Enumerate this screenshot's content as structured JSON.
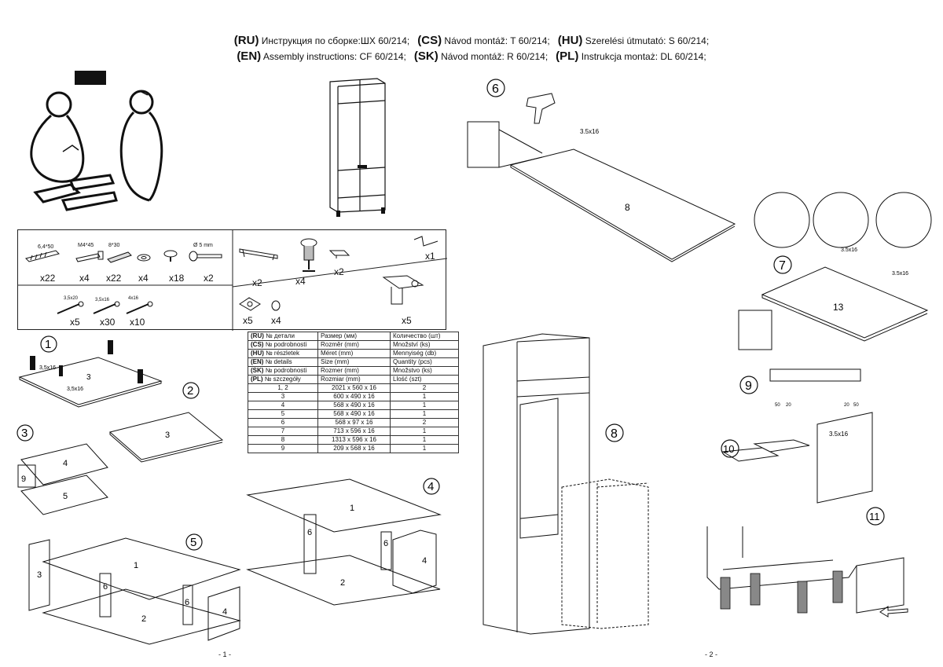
{
  "header": {
    "line1": [
      {
        "lang": "(RU)",
        "text": "Инструкция по сборке:ШХ 60/214;"
      },
      {
        "lang": "(CS)",
        "text": "Návod montáž: T 60/214;"
      },
      {
        "lang": "(HU)",
        "text": "Szerelési útmutató: S 60/214;"
      }
    ],
    "line2": [
      {
        "lang": "(EN)",
        "text": "Assembly instructions: CF 60/214;"
      },
      {
        "lang": "(SK)",
        "text": "Návod montáž: R 60/214;"
      },
      {
        "lang": "(PL)",
        "text": "Instrukcja montaż: DL 60/214;"
      }
    ]
  },
  "parts": {
    "box1": [
      {
        "icon": "dowel-screw-icon",
        "size": "6,4*50",
        "qty": "x22"
      },
      {
        "icon": "bolt-icon",
        "size": "M4*45",
        "qty": "x4"
      },
      {
        "icon": "wooden-dowel-icon",
        "size": "8*30",
        "qty": "x22"
      },
      {
        "icon": "washer-icon",
        "size": "",
        "qty": "x4"
      },
      {
        "icon": "shelf-pin-icon",
        "size": "",
        "qty": "x18"
      },
      {
        "icon": "cam-pin-icon",
        "size": "Ø 5 mm",
        "qty": "x2"
      }
    ],
    "box2": [
      {
        "icon": "screw-icon",
        "size": "3,5x20",
        "qty": "x5"
      },
      {
        "icon": "screw-icon",
        "size": "3,5x16",
        "qty": "x30"
      },
      {
        "icon": "screw-icon",
        "size": "4x16",
        "qty": "x10"
      }
    ],
    "box3": [
      {
        "icon": "handle-icon",
        "qty": "x2"
      },
      {
        "icon": "adjustable-leg-icon",
        "qty": "x4"
      },
      {
        "icon": "clip-icon",
        "qty": "x2"
      },
      {
        "icon": "hook-icon",
        "qty": "x1"
      }
    ],
    "box4": [
      {
        "icon": "mounting-plate-icon",
        "qty": "x5"
      },
      {
        "icon": "cap-icon",
        "qty": "x4"
      },
      {
        "icon": "hinge-icon",
        "qty": "x5"
      }
    ]
  },
  "spec_table": {
    "headers": [
      [
        "(RU)",
        "№ детали",
        "Размер  (мм)",
        "Количество (шт)"
      ],
      [
        "(CS)",
        "№ podrobnosti",
        "Rozměr (mm)",
        "Množství  (ks)"
      ],
      [
        "(HU)",
        "№ részletek",
        "Méret (mm)",
        "Mennyiség (db)"
      ],
      [
        "(EN)",
        "№ details",
        "Size (mm)",
        "Quantity  (pcs)"
      ],
      [
        "(SK)",
        "№ podrobnosti",
        "Rozmer (mm)",
        "Množstvo (ks)"
      ],
      [
        "(PL)",
        "№ szczegóły",
        "Rozmiar (mm)",
        "Llość (szt)"
      ]
    ],
    "rows": [
      [
        "1, 2",
        "2021 x 560 x 16",
        "2"
      ],
      [
        "3",
        "600 x 490 x 16",
        "1"
      ],
      [
        "4",
        "568 x 490 x 16",
        "1"
      ],
      [
        "5",
        "568 x 490 x 16",
        "1"
      ],
      [
        "6",
        "568 x 97 x 16",
        "2"
      ],
      [
        "7",
        "713 x 596 x 16",
        "1"
      ],
      [
        "8",
        "1313 x 596 x 16",
        "1"
      ],
      [
        "9",
        "209 x 568 x 16",
        "1"
      ]
    ]
  },
  "steps": [
    "1",
    "2",
    "3",
    "4",
    "5",
    "6",
    "7",
    "8",
    "9",
    "10",
    "11"
  ],
  "panels": {
    "p1": "1",
    "p2": "2",
    "p3": "3",
    "p4": "4",
    "p5": "5",
    "p6": "6",
    "p8": "8",
    "p9": "9",
    "p13": "13"
  },
  "labels": {
    "s1_a": "3,5x16",
    "s1_b": "3,5x16",
    "s6": "3.5x16",
    "s7_a": "3.5x16",
    "s7_b": "3.5x16",
    "s10": "3.5x16",
    "s9_a": "50",
    "s9_b": "20",
    "s9_c": "20",
    "s9_d": "50"
  },
  "pages": {
    "left": "- 1 -",
    "right": "- 2 -"
  }
}
